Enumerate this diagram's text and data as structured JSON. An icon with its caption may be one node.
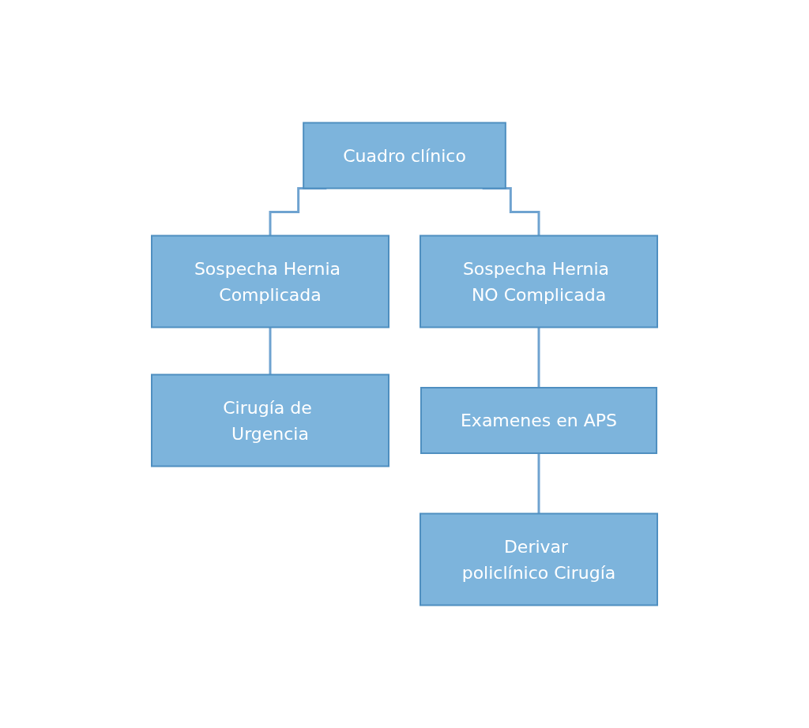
{
  "diagram": {
    "nodes": [
      {
        "text": [
          "Cuadro clínico"
        ]
      },
      {
        "text": [
          "Sospecha Hernia Complicada"
        ]
      },
      {
        "text": [
          "Sospecha Hernia NO Complicada"
        ]
      },
      {
        "text": [
          "Cirugía de Urgencia"
        ]
      },
      {
        "text": [
          "Examenes en APS"
        ]
      },
      {
        "text": [
          "Derivar policlínico Cirugía"
        ]
      }
    ],
    "edges": [
      {
        "from": 0,
        "to": 1,
        "arrow": "none"
      },
      {
        "from": 0,
        "to": 2,
        "arrow": "none"
      },
      {
        "from": 1,
        "to": 3,
        "arrow": "none"
      },
      {
        "from": 2,
        "to": 4,
        "arrow": "none"
      },
      {
        "from": 4,
        "to": 5,
        "arrow": "none"
      }
    ]
  }
}
